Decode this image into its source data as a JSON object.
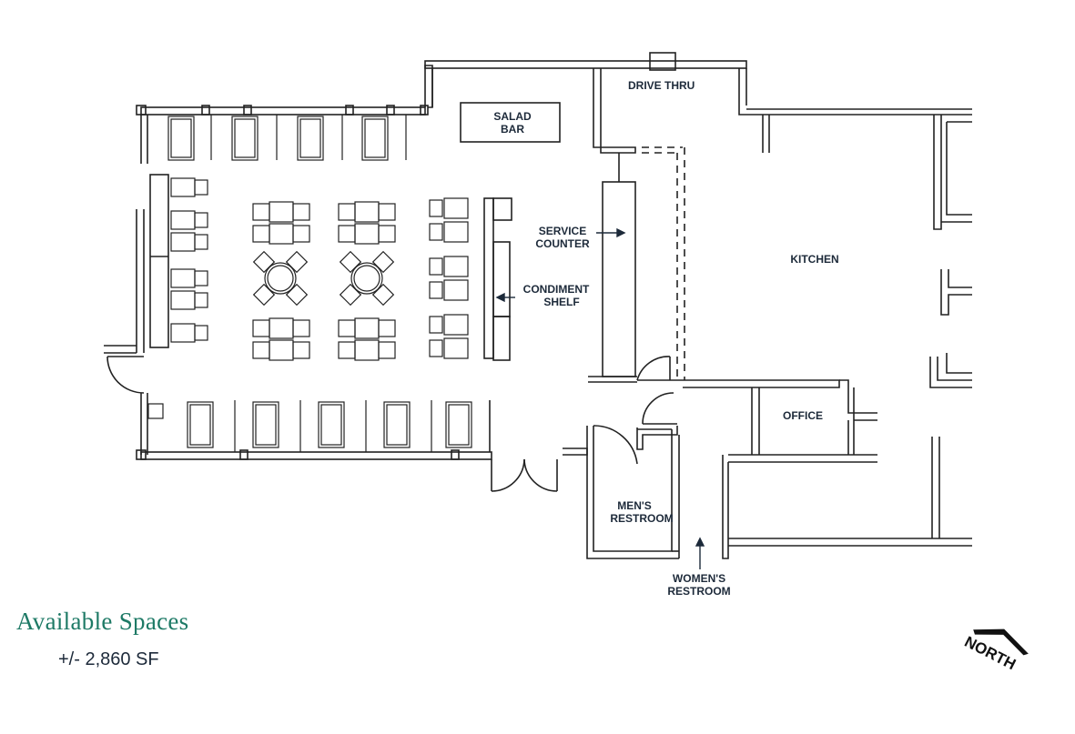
{
  "title": "Available Spaces",
  "area": "+/- 2,860 SF",
  "rooms": {
    "drive_thru": "DRIVE THRU",
    "salad_bar": [
      "SALAD",
      "BAR"
    ],
    "service_counter": [
      "SERVICE",
      "COUNTER"
    ],
    "condiment_shelf": [
      "CONDIMENT",
      "SHELF"
    ],
    "kitchen": "KITCHEN",
    "office": "OFFICE",
    "mens_restroom": [
      "MEN'S",
      "RESTROOM"
    ],
    "womens_restroom": [
      "WOMEN'S",
      "RESTROOM"
    ]
  },
  "north": "NORTH",
  "colors": {
    "accent": "#1e7a66",
    "ink": "#1d2a3a",
    "wall": "#222222"
  }
}
